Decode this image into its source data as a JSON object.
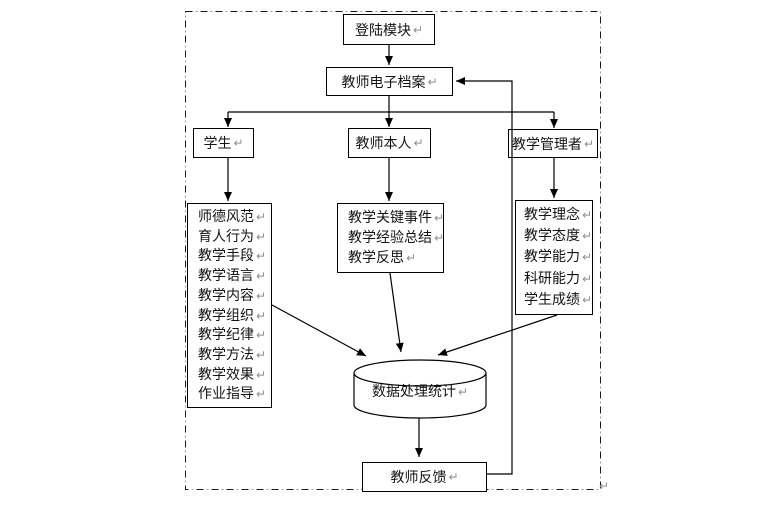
{
  "nodes": {
    "login": {
      "label": "登陆模块"
    },
    "archive": {
      "label": "教师电子档案"
    },
    "student": {
      "label": "学生"
    },
    "teacher_self": {
      "label": "教师本人"
    },
    "manager": {
      "label": "教学管理者"
    },
    "datastore": {
      "label": "数据处理统计"
    },
    "feedback": {
      "label": "教师反馈"
    }
  },
  "lists": {
    "student_items": [
      "师德风范",
      "育人行为",
      "教学手段",
      "教学语言",
      "教学内容",
      "教学组织",
      "教学纪律",
      "教学方法",
      "教学效果",
      "作业指导"
    ],
    "teacher_items": [
      "教学关键事件",
      "教学经验总结",
      "教学反思"
    ],
    "manager_items": [
      "教学理念",
      "教学态度",
      "教学能力",
      "科研能力",
      "学生成绩"
    ]
  },
  "marks": {
    "return_mark": "↵"
  },
  "colors": {
    "line": "#000000",
    "box_border": "#000000",
    "background": "#ffffff",
    "border_dash_dark": "#1a1a1a",
    "border_dash_gray": "#9a9a9a",
    "return_mark": "#8f8f8f"
  }
}
